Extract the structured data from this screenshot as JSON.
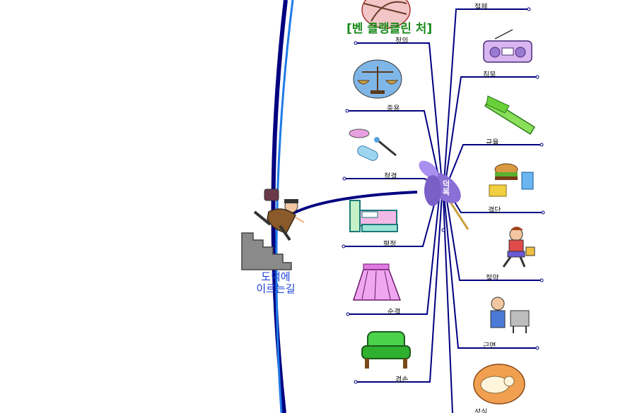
{
  "title": "[벤  클랭클린 처]",
  "root_label": [
    "도덕에",
    "이르는길"
  ],
  "hub_label": "덕목",
  "left_branches": [
    "정의",
    "중용",
    "청결",
    "평정",
    "순결",
    "겸손"
  ],
  "right_branches": [
    "절제",
    "침묵",
    "규율",
    "결단",
    "절약",
    "근면",
    "성실"
  ],
  "colors": {
    "main": "#000080",
    "bright": "#1e7ae6",
    "label_title": "#1a8a1a",
    "root": "#1a3fd6"
  }
}
